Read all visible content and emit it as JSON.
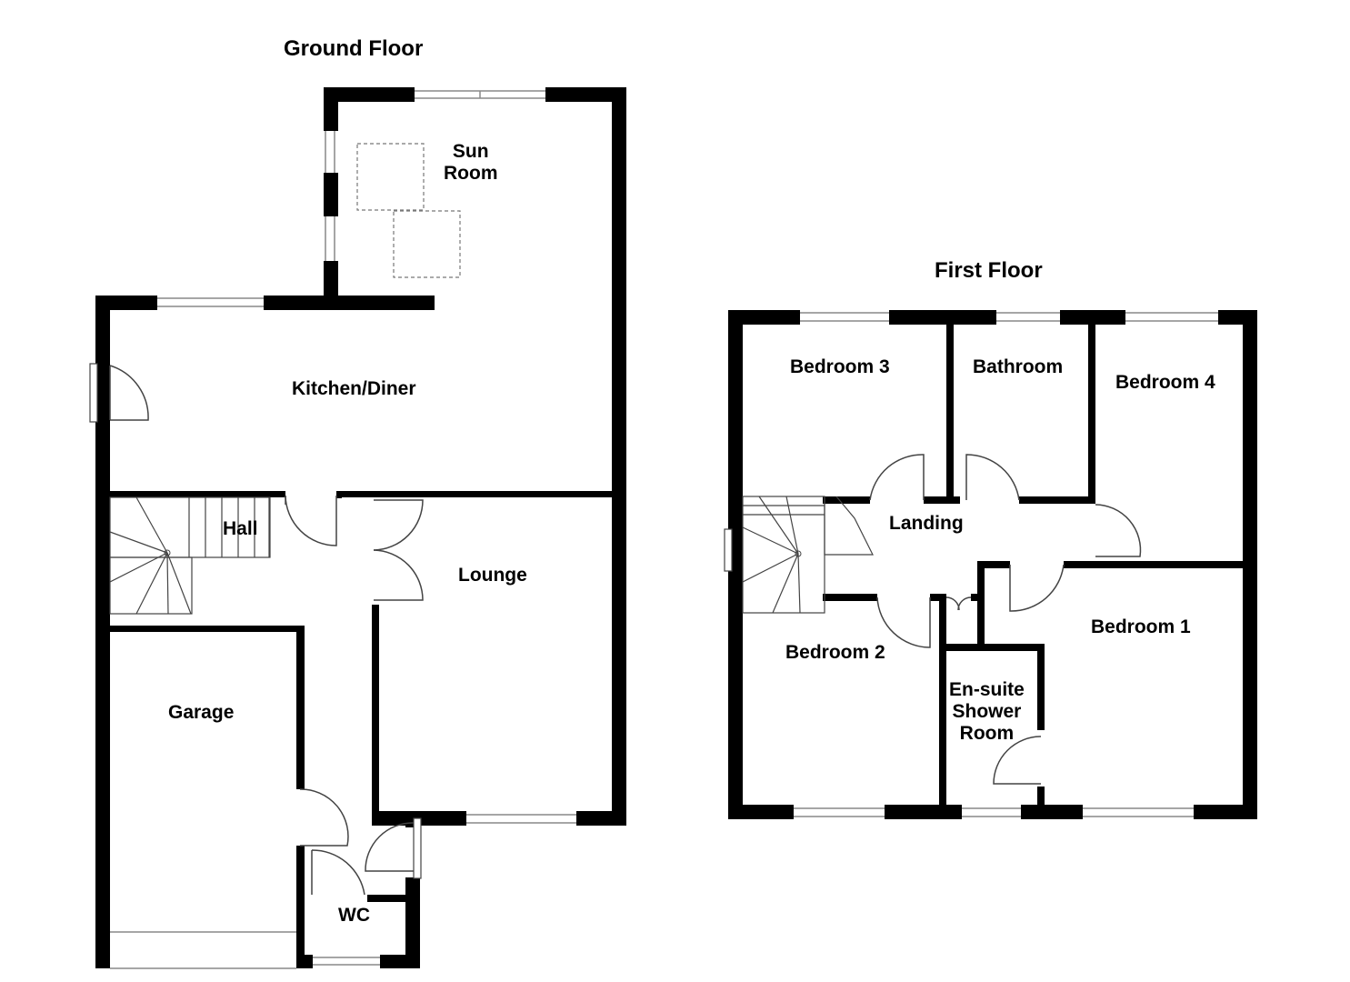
{
  "floors": {
    "ground": {
      "title": "Ground Floor",
      "rooms": {
        "sun_room": "Sun\nRoom",
        "kitchen_diner": "Kitchen/Diner",
        "hall": "Hall",
        "lounge": "Lounge",
        "garage": "Garage",
        "wc": "WC"
      }
    },
    "first": {
      "title": "First Floor",
      "rooms": {
        "bedroom_3": "Bedroom 3",
        "bathroom": "Bathroom",
        "bedroom_4": "Bedroom 4",
        "landing": "Landing",
        "bedroom_2": "Bedroom 2",
        "bedroom_1": "Bedroom 1",
        "ensuite": "En-suite\nShower\nRoom"
      }
    }
  }
}
